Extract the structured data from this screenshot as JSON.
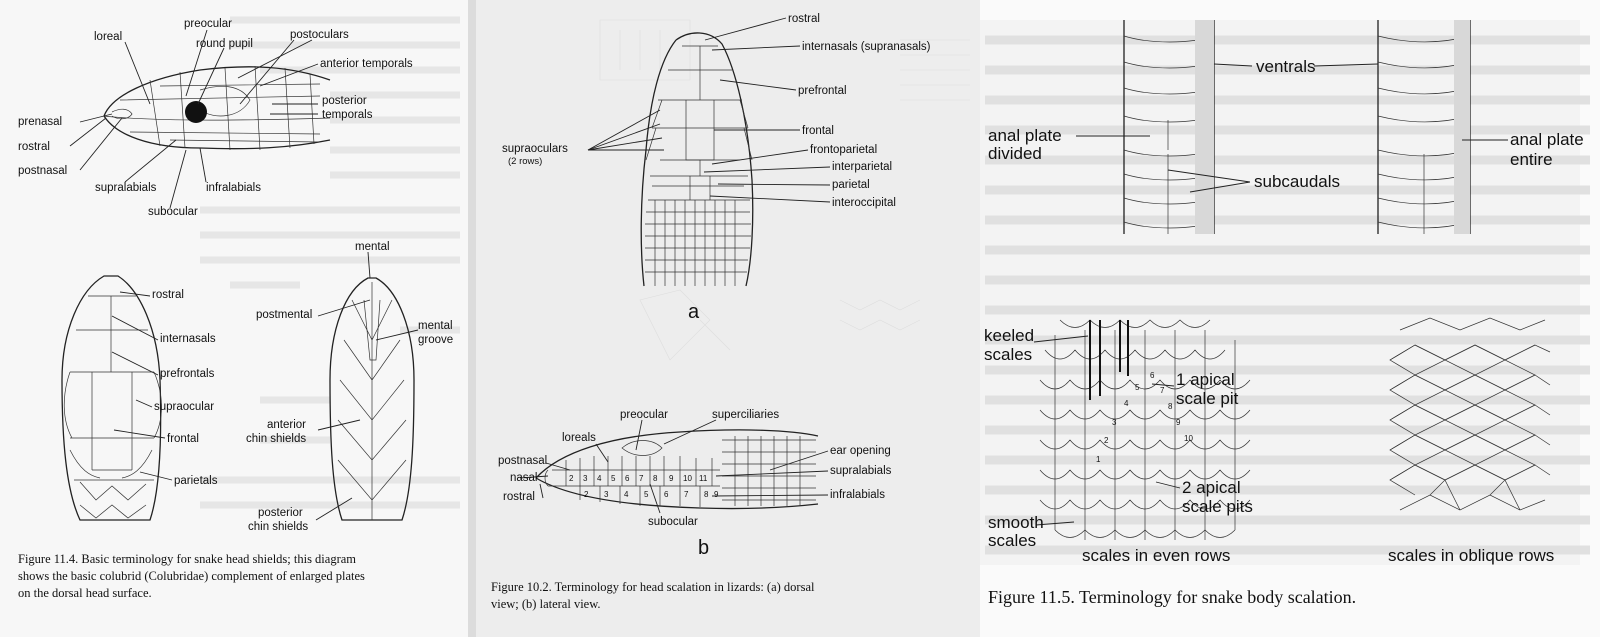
{
  "page": {
    "accent": "#111111",
    "paper_left": "#f7f7f7",
    "paper_mid": "#ececec",
    "paper_right": "#fafafa"
  },
  "fig114": {
    "caption_1": "Figure 11.4.  Basic terminology for snake head shields; this diagram",
    "caption_2": "shows the basic colubrid (Colubridae) complement of enlarged plates",
    "caption_3": "on the dorsal head surface.",
    "side_labels": {
      "loreal": "loreal",
      "preocular": "preocular",
      "round_pupil": "round pupil",
      "postoculars": "postoculars",
      "anterior_temporals": "anterior temporals",
      "posterior": "posterior",
      "temporals": "temporals",
      "prenasal": "prenasal",
      "rostral": "rostral",
      "postnasal": "postnasal",
      "supralabials": "supralabials",
      "infralabials": "infralabials",
      "subocular": "subocular"
    },
    "top_labels": {
      "rostral": "rostral",
      "internasals": "internasals",
      "prefrontals": "prefrontals",
      "supraocular": "supraocular",
      "frontal": "frontal",
      "parietals": "parietals"
    },
    "chin_labels": {
      "mental": "mental",
      "postmental": "postmental",
      "mental_1": "mental",
      "groove": "groove",
      "anterior": "anterior",
      "chin_shields": "chin shields",
      "posterior": "posterior",
      "chin_shields_2": "chin shields"
    }
  },
  "fig102": {
    "caption_1": "Figure 10.2.  Terminology for head scalation in lizards: (a) dorsal",
    "caption_2": "view; (b) lateral view.",
    "letter_a": "a",
    "letter_b": "b",
    "dorsal_labels": {
      "rostral": "rostral",
      "internasals": "internasals (supranasals)",
      "prefrontal": "prefrontal",
      "supraoculars": "supraoculars",
      "two_rows": "(2 rows)",
      "frontal": "frontal",
      "frontoparietal": "frontoparietal",
      "interparietal": "interparietal",
      "parietal": "parietal",
      "interoccipital": "interoccipital"
    },
    "lateral_labels": {
      "preocular": "preocular",
      "superciliaries": "superciliaries",
      "loreals": "loreals",
      "postnasal": "postnasal",
      "nasal": "nasal",
      "rostral": "rostral",
      "ear_opening": "ear opening",
      "supralabials": "supralabials",
      "infralabials": "infralabials",
      "subocular": "subocular"
    },
    "supralabial_numbers": [
      "2",
      "3",
      "4",
      "5",
      "6",
      "7",
      "8",
      "9",
      "10",
      "11"
    ],
    "infralabial_numbers": [
      "2",
      "3",
      "4",
      "5",
      "6",
      "7",
      "8",
      "9"
    ]
  },
  "fig115": {
    "caption": "Figure 11.5.  Terminology for snake body scalation.",
    "labels": {
      "ventrals": "ventrals",
      "anal_plate": "anal plate",
      "divided": "divided",
      "anal_plate_r": "anal plate",
      "entire": "entire",
      "subcaudals": "subcaudals",
      "keeled": "keeled",
      "scales": "scales",
      "apical_1": "1 apical",
      "scale_pit": "scale pit",
      "smooth": "smooth",
      "scales_2": "scales",
      "apical_2": "2 apical",
      "scale_pits": "scale pits",
      "even_rows": "scales in even rows",
      "oblique_rows": "scales in oblique rows"
    },
    "row_numbers": [
      "1",
      "2",
      "3",
      "4",
      "5",
      "6",
      "7",
      "8",
      "9",
      "10"
    ]
  }
}
